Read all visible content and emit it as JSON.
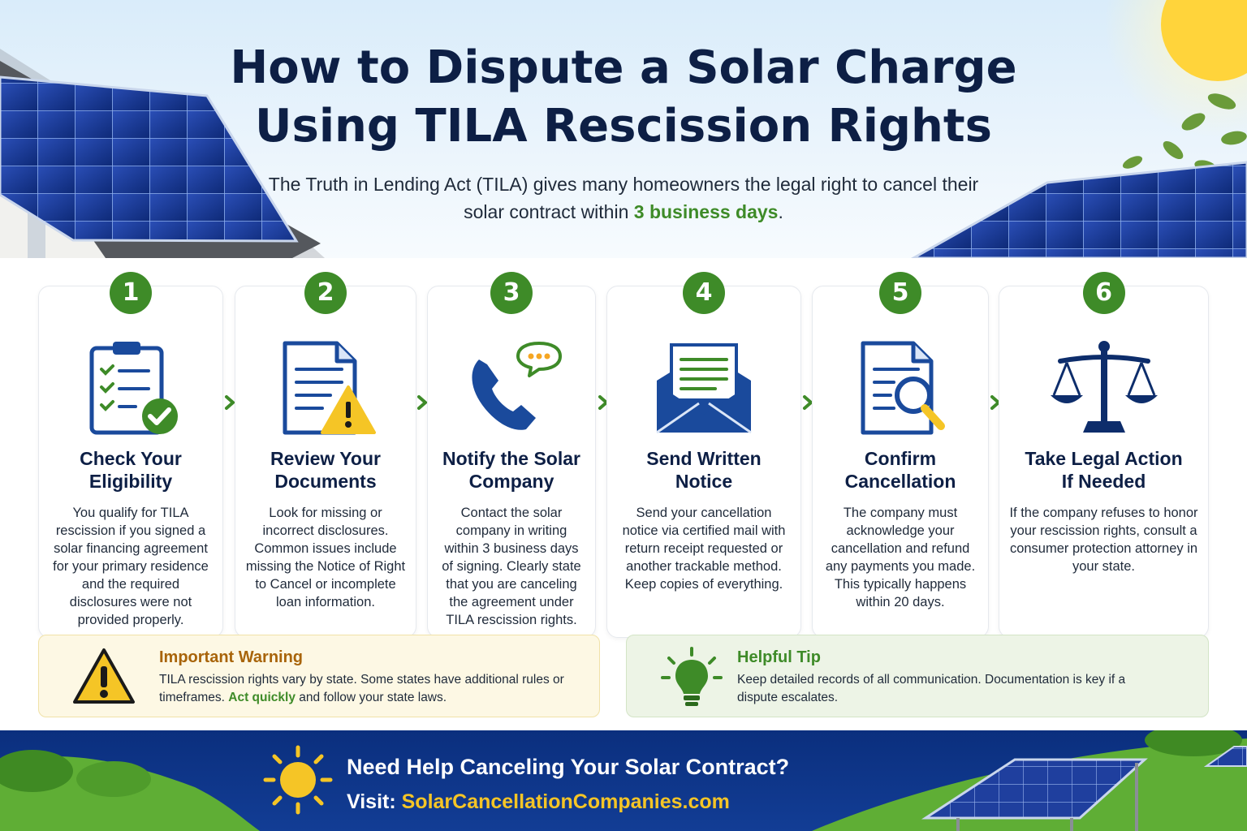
{
  "header": {
    "title_line1": "How to Dispute a Solar Charge",
    "title_line2": "Using TILA Rescission Rights",
    "subtitle_pre": "The Truth in Lending Act (TILA) gives many homeowners the legal right to cancel their solar contract within ",
    "subtitle_highlight": "3 business days",
    "subtitle_post": "."
  },
  "steps": [
    {
      "number": "1",
      "icon": "clipboard-check-icon",
      "title_line1": "Check Your",
      "title_line2": "Eligibility",
      "description": "You qualify for TILA rescission if you signed a solar financing agreement for your primary residence and the required disclosures were not provided properly."
    },
    {
      "number": "2",
      "icon": "document-warning-icon",
      "title_line1": "Review Your",
      "title_line2": "Documents",
      "description": "Look for missing or incorrect disclosures. Common issues include missing the Notice of Right to Cancel or incomplete loan information."
    },
    {
      "number": "3",
      "icon": "phone-chat-icon",
      "title_line1": "Notify the Solar",
      "title_line2": "Company",
      "description": "Contact the solar company in writing within 3 business days of signing. Clearly state that you are canceling the agreement under TILA rescission rights."
    },
    {
      "number": "4",
      "icon": "envelope-letter-icon",
      "title_line1": "Send Written",
      "title_line2": "Notice",
      "description": "Send your cancellation notice via certified mail with return receipt requested or another trackable method. Keep copies of everything."
    },
    {
      "number": "5",
      "icon": "document-search-icon",
      "title_line1": "Confirm",
      "title_line2": "Cancellation",
      "description": "The company must acknowledge your cancellation and refund any payments you made. This typically happens within 20 days."
    },
    {
      "number": "6",
      "icon": "scales-of-justice-icon",
      "title_line1": "Take Legal Action",
      "title_line2": "If Needed",
      "description": "If the company refuses to honor your rescission rights, consult a consumer protection attorney in your state."
    }
  ],
  "warning": {
    "icon": "warning-triangle-icon",
    "title": "Important Warning",
    "text_pre": "TILA rescission rights vary by state. Some states have additional rules or timeframes. ",
    "text_highlight": "Act quickly",
    "text_post": " and follow your state laws."
  },
  "tip": {
    "icon": "lightbulb-icon",
    "title": "Helpful Tip",
    "text": "Keep detailed records of all communication. Documentation is key if a dispute escalates."
  },
  "footer": {
    "icon": "sun-icon",
    "heading": "Need Help Canceling Your Solar Contract?",
    "link_prefix": "Visit: ",
    "link_url": "SolarCancellationCompanies.com"
  },
  "colors": {
    "navy": "#0d1f45",
    "green": "#3e8b28",
    "blue_icon": "#1a4a9c",
    "warning_yellow": "#f5c526",
    "footer_blue": "#0b2f7e"
  }
}
